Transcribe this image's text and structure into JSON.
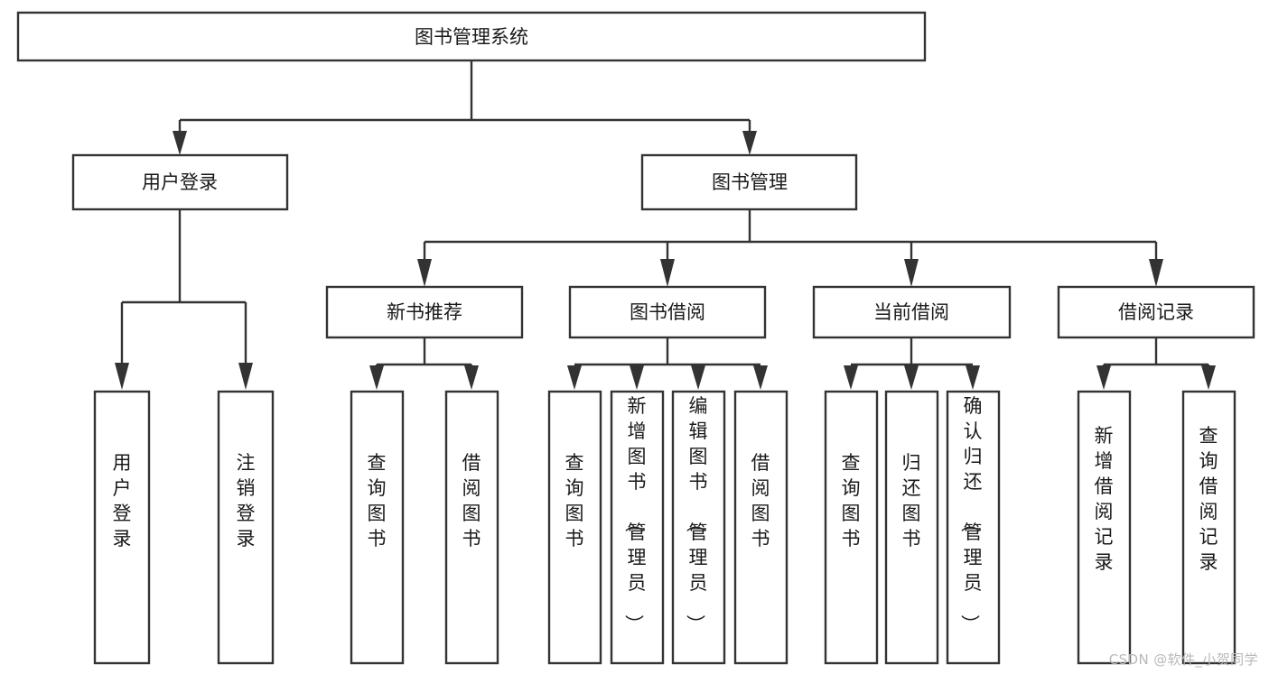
{
  "diagram": {
    "type": "tree",
    "title": "图书管理系统",
    "orientation": "top-down",
    "watermark": "CSDN @软件_小贺同学",
    "colors": {
      "box_fill": "#ffffff",
      "box_stroke": "#333333",
      "text": "#1a1a1a",
      "watermark": "#b9b9b9",
      "background": "#ffffff"
    },
    "nodes": {
      "root": {
        "label": "图书管理系统",
        "level": 1,
        "orientation": "horizontal"
      },
      "l2_user_login": {
        "label": "用户登录",
        "level": 2,
        "orientation": "horizontal"
      },
      "l2_book_manage": {
        "label": "图书管理",
        "level": 2,
        "orientation": "horizontal"
      },
      "l3_new_book_rec": {
        "label": "新书推荐",
        "level": 3,
        "orientation": "horizontal"
      },
      "l3_book_borrow": {
        "label": "图书借阅",
        "level": 3,
        "orientation": "horizontal"
      },
      "l3_current_borrow": {
        "label": "当前借阅",
        "level": 3,
        "orientation": "horizontal"
      },
      "l3_borrow_record": {
        "label": "借阅记录",
        "level": 3,
        "orientation": "horizontal"
      },
      "leaf_user_login": {
        "label": "用户登录",
        "level": 4,
        "orientation": "vertical"
      },
      "leaf_logout": {
        "label": "注销登录",
        "level": 4,
        "orientation": "vertical"
      },
      "leaf_query_book_a": {
        "label": "查询图书",
        "level": 4,
        "orientation": "vertical"
      },
      "leaf_borrow_book_a": {
        "label": "借阅图书",
        "level": 4,
        "orientation": "vertical"
      },
      "leaf_query_book_b": {
        "label": "查询图书",
        "level": 4,
        "orientation": "vertical"
      },
      "leaf_add_book": {
        "label": "新增图书（管理员）",
        "level": 4,
        "orientation": "vertical"
      },
      "leaf_edit_book": {
        "label": "编辑图书（管理员）",
        "level": 4,
        "orientation": "vertical"
      },
      "leaf_borrow_book_b": {
        "label": "借阅图书",
        "level": 4,
        "orientation": "vertical"
      },
      "leaf_query_book_c": {
        "label": "查询图书",
        "level": 4,
        "orientation": "vertical"
      },
      "leaf_return_book": {
        "label": "归还图书",
        "level": 4,
        "orientation": "vertical"
      },
      "leaf_confirm_return": {
        "label": "确认归还（管理员）",
        "level": 4,
        "orientation": "vertical"
      },
      "leaf_add_record": {
        "label": "新增借阅记录",
        "level": 4,
        "orientation": "vertical"
      },
      "leaf_query_record": {
        "label": "查询借阅记录",
        "level": 4,
        "orientation": "vertical"
      }
    },
    "edges": [
      {
        "from": "root",
        "to": "l2_user_login"
      },
      {
        "from": "root",
        "to": "l2_book_manage"
      },
      {
        "from": "l2_user_login",
        "to": "leaf_user_login"
      },
      {
        "from": "l2_user_login",
        "to": "leaf_logout"
      },
      {
        "from": "l2_book_manage",
        "to": "l3_new_book_rec"
      },
      {
        "from": "l2_book_manage",
        "to": "l3_book_borrow"
      },
      {
        "from": "l2_book_manage",
        "to": "l3_current_borrow"
      },
      {
        "from": "l2_book_manage",
        "to": "l3_borrow_record"
      },
      {
        "from": "l3_new_book_rec",
        "to": "leaf_query_book_a"
      },
      {
        "from": "l3_new_book_rec",
        "to": "leaf_borrow_book_a"
      },
      {
        "from": "l3_book_borrow",
        "to": "leaf_query_book_b"
      },
      {
        "from": "l3_book_borrow",
        "to": "leaf_add_book"
      },
      {
        "from": "l3_book_borrow",
        "to": "leaf_edit_book"
      },
      {
        "from": "l3_book_borrow",
        "to": "leaf_borrow_book_b"
      },
      {
        "from": "l3_current_borrow",
        "to": "leaf_query_book_c"
      },
      {
        "from": "l3_current_borrow",
        "to": "leaf_return_book"
      },
      {
        "from": "l3_current_borrow",
        "to": "leaf_confirm_return"
      },
      {
        "from": "l3_borrow_record",
        "to": "leaf_add_record"
      },
      {
        "from": "l3_borrow_record",
        "to": "leaf_query_record"
      }
    ]
  }
}
